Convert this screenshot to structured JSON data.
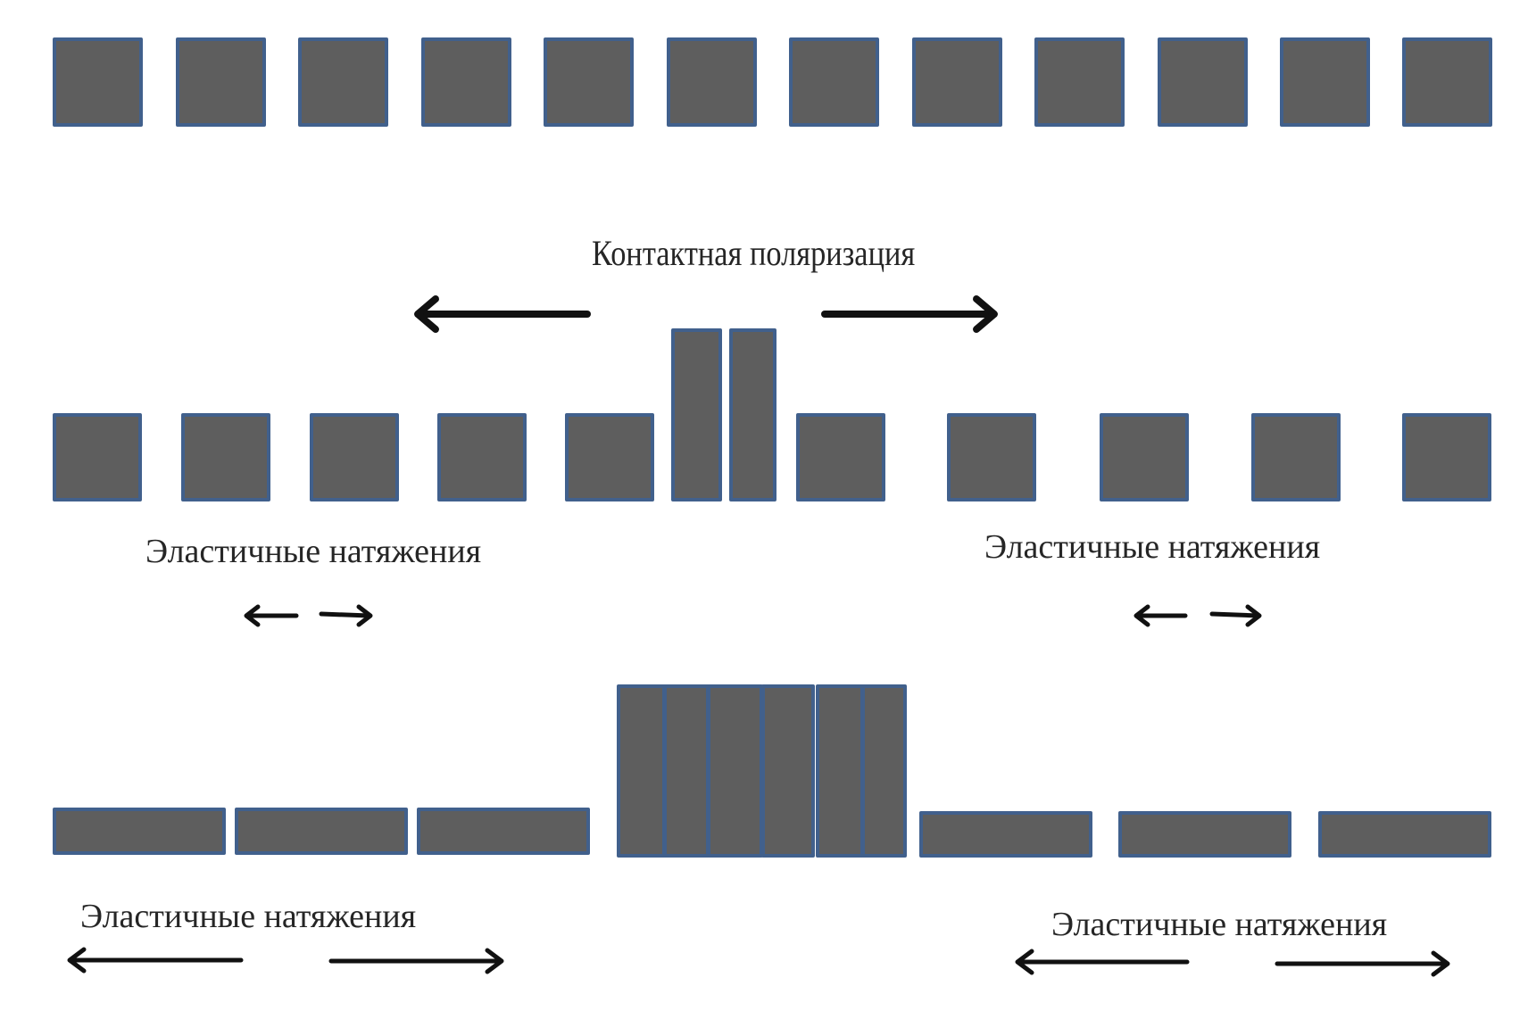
{
  "diagram": {
    "title": "Контактная поляризация",
    "labels": {
      "contact_polarization": "Контактная поляризация",
      "elastic_mid_left": "Эластичные натяжения",
      "elastic_mid_right": "Эластичные натяжения",
      "elastic_bottom_left": "Эластичные натяжения",
      "elastic_bottom_right": "Эластичные натяжения"
    },
    "colors": {
      "block_fill": "#5e5e5e",
      "block_border": "#41608c",
      "arrow": "#111111",
      "text": "#262626"
    },
    "rows": [
      {
        "name": "initial-state",
        "description": "12 equal square cells, evenly spaced",
        "cell_count": 12
      },
      {
        "name": "contact-polarization-state",
        "description": "5 squares, 2 elongated cells in contact, 5 squares",
        "left_squares": 5,
        "tall_cells": 2,
        "right_squares": 5
      },
      {
        "name": "elastic-tension-state",
        "description": "3 flattened cells, 6 elongated cells in contact, 3 flattened cells",
        "left_flat_cells": 3,
        "tall_cells": 6,
        "right_flat_cells": 3
      }
    ],
    "arrows": [
      {
        "name": "polarization-arrow-left",
        "direction": "left"
      },
      {
        "name": "polarization-arrow-right",
        "direction": "right"
      },
      {
        "name": "mid-left-small-arrow-left",
        "direction": "left"
      },
      {
        "name": "mid-left-small-arrow-right",
        "direction": "right"
      },
      {
        "name": "mid-right-small-arrow-left",
        "direction": "left"
      },
      {
        "name": "mid-right-small-arrow-right",
        "direction": "right"
      },
      {
        "name": "bottom-left-arrow-left",
        "direction": "left"
      },
      {
        "name": "bottom-left-arrow-right",
        "direction": "right"
      },
      {
        "name": "bottom-right-arrow-left",
        "direction": "left"
      },
      {
        "name": "bottom-right-arrow-right",
        "direction": "right"
      }
    ]
  }
}
